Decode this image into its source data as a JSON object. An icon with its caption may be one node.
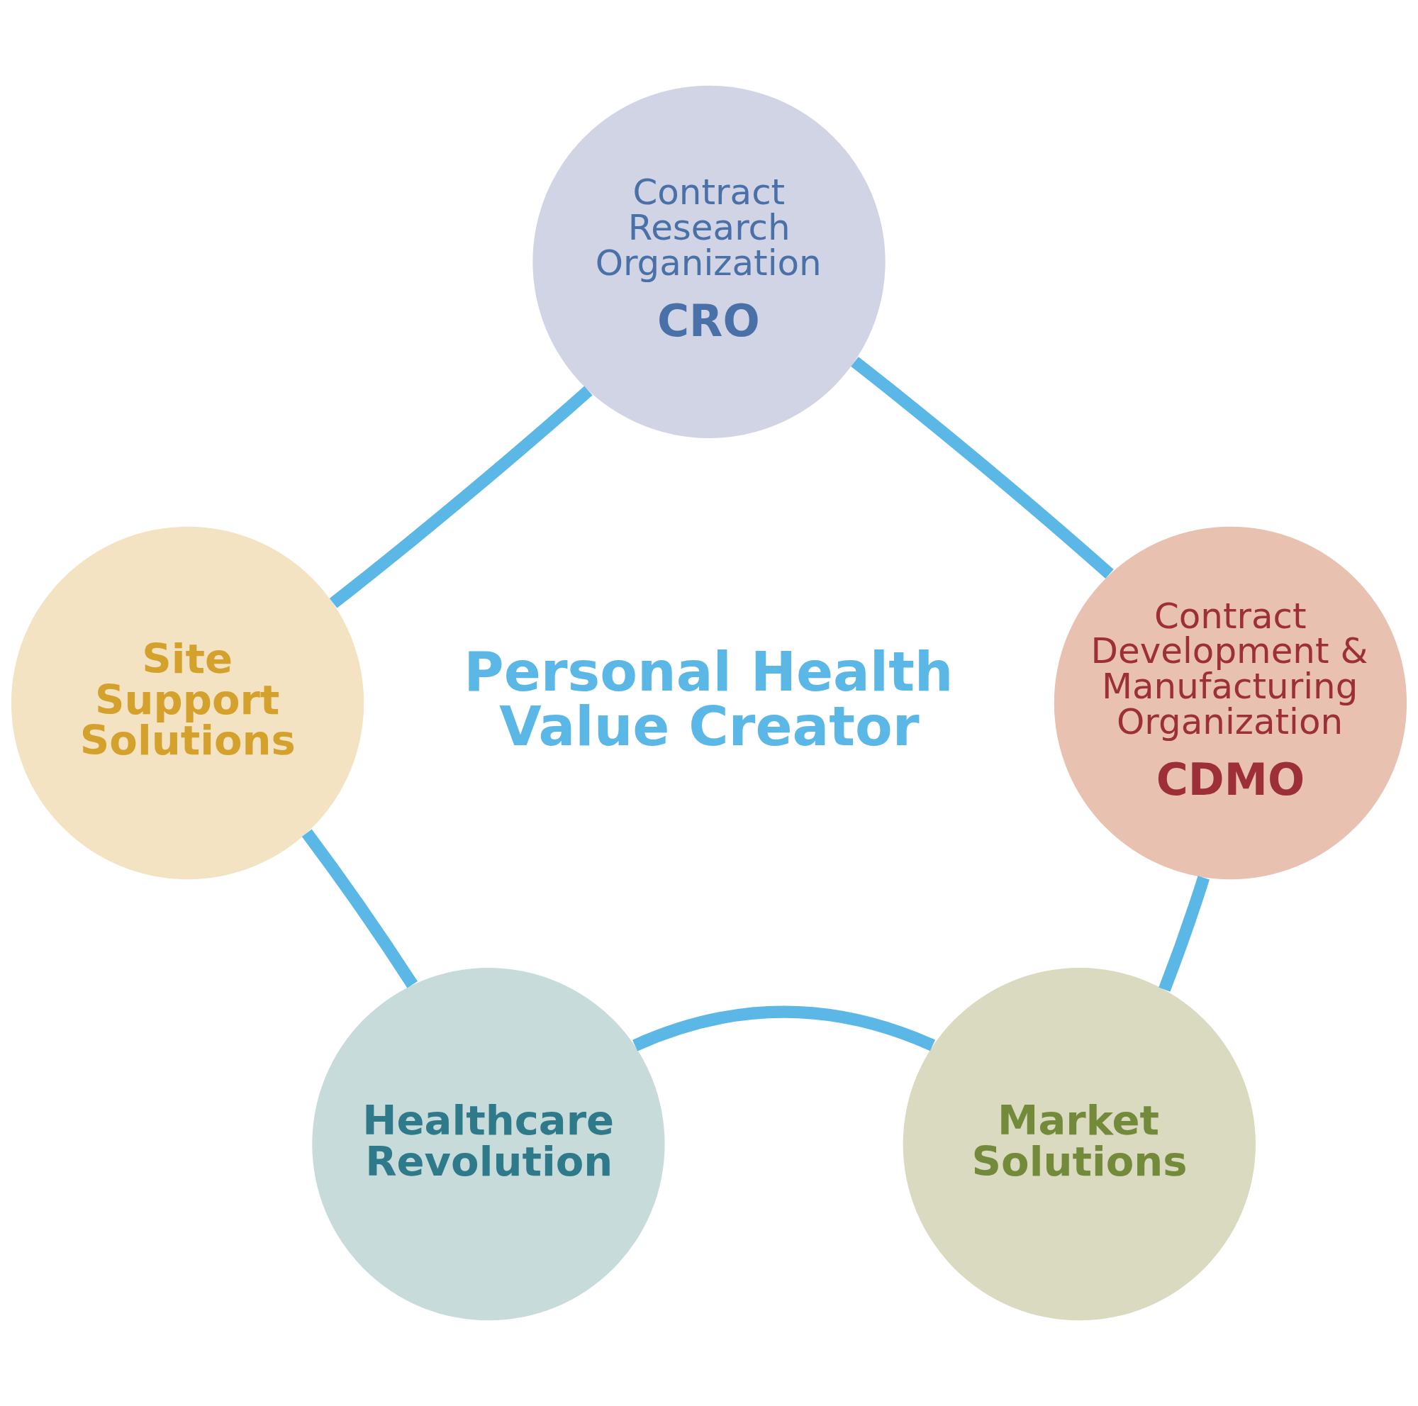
{
  "diagram": {
    "nodes": [
      {
        "text": [
          "Contract Research Organization",
          "CRO"
        ]
      },
      {
        "text": [
          "Contract Development & Manufacturing Organization",
          "CDMO"
        ]
      },
      {
        "text": [
          "Market Solutions"
        ]
      },
      {
        "text": [
          "Healthcare Revolution"
        ]
      },
      {
        "text": [
          "Site Support Solutions"
        ]
      }
    ],
    "edges": [
      {
        "from": 0,
        "to": 1,
        "arrow": "none"
      },
      {
        "from": 1,
        "to": 2,
        "arrow": "none"
      },
      {
        "from": 2,
        "to": 3,
        "arrow": "none"
      },
      {
        "from": 3,
        "to": 4,
        "arrow": "none"
      },
      {
        "from": 4,
        "to": 0,
        "arrow": "none"
      }
    ],
    "labels": [
      "Personal Health Value Creator"
    ]
  }
}
